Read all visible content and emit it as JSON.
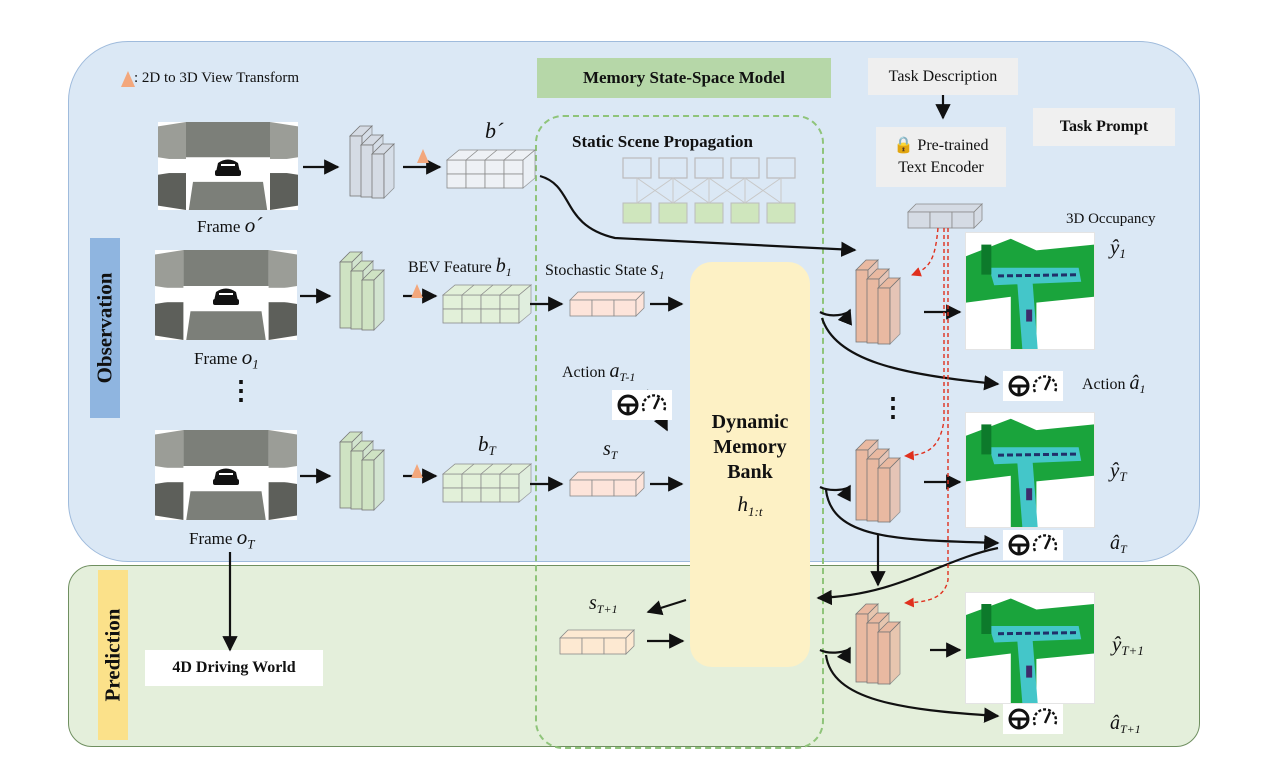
{
  "legend": {
    "transform_label": ": 2D to 3D View Transform"
  },
  "observation_label": "Observation",
  "prediction_label": "Prediction",
  "mssm_title": "Memory State-Space Model",
  "static_scene_label": "Static Scene Propagation",
  "task": {
    "description": "Task Description",
    "encoder_line1": "Pre-trained",
    "encoder_line2": "Text Encoder",
    "prompt": "Task Prompt"
  },
  "occupancy_label": "3D Occupancy",
  "frames": {
    "prime": {
      "prefix": "Frame",
      "symbol": "o´"
    },
    "one": {
      "prefix": "Frame",
      "symbol": "o",
      "sub": "1"
    },
    "T": {
      "prefix": "Frame",
      "symbol": "o",
      "sub": "T"
    }
  },
  "ellipsis": "⋮",
  "features": {
    "b_prime": "b´",
    "bev_prefix": "BEV Feature",
    "b1": "b",
    "b1_sub": "1",
    "bT": "b",
    "bT_sub": "T"
  },
  "states": {
    "s1_prefix": "Stochastic State",
    "s1": "s",
    "s1_sub": "1",
    "sT": "s",
    "sT_sub": "T",
    "sT1": "s",
    "sT1_sub": "T+1"
  },
  "action_in": {
    "prefix": "Action",
    "symbol": "a",
    "sub": "T-1"
  },
  "memory": {
    "line1": "Dynamic",
    "line2": "Memory",
    "line3": "Bank",
    "h": "h",
    "h_sub": "1:t"
  },
  "outputs": {
    "y1": "ŷ",
    "y1_sub": "1",
    "yT": "ŷ",
    "yT_sub": "T",
    "yT1": "ŷ",
    "yT1_sub": "T+1",
    "a1_prefix": "Action",
    "a1": "â",
    "a1_sub": "1",
    "aT": "â",
    "aT_sub": "T",
    "aT1": "â",
    "aT1_sub": "T+1"
  },
  "world_label": "4D Driving World",
  "colors": {
    "obs_bg": "#dbe8f5",
    "pred_bg": "#e4efdb",
    "obs_tag": "#8fb5e0",
    "pred_tag": "#fbe18a",
    "mssm": "#b6d7a8",
    "memory": "#fdf1c5",
    "encoder_gray": "#d5dbe4",
    "encoder_green": "#cfe3c3",
    "decoder_peach": "#e9b9a1",
    "bev": "#e2f0d9",
    "state": "#fde4da",
    "state_pred": "#fde9d2",
    "triangle": "#f3a77c",
    "red_dash": "#e0301e",
    "occ_green": "#1aa43c",
    "occ_cyan": "#44c6c9"
  },
  "icons": [
    "triangle-icon",
    "lock-icon",
    "car-icon",
    "steering-wheel-icon",
    "speedometer-icon"
  ]
}
